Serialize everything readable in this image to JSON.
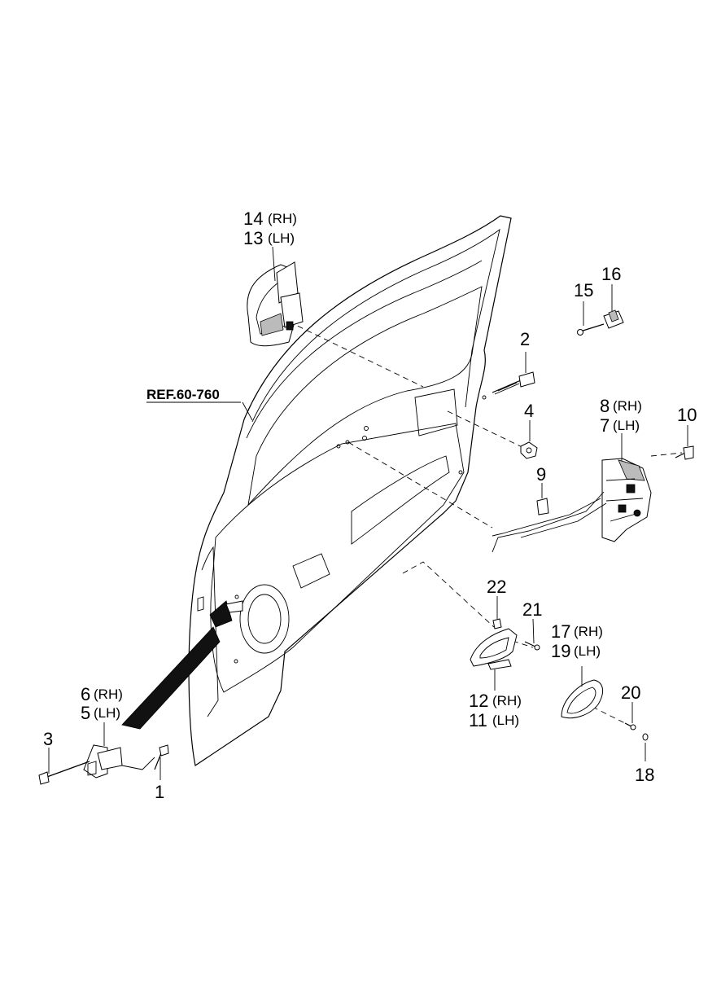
{
  "reference": {
    "text": "REF.60-760"
  },
  "callouts": [
    {
      "id": "c14-13",
      "lines": [
        {
          "num": "14",
          "side": "(RH)"
        },
        {
          "num": "13",
          "side": "(LH)"
        }
      ]
    },
    {
      "id": "c16",
      "lines": [
        {
          "num": "16",
          "side": ""
        }
      ]
    },
    {
      "id": "c15",
      "lines": [
        {
          "num": "15",
          "side": ""
        }
      ]
    },
    {
      "id": "c2",
      "lines": [
        {
          "num": "2",
          "side": ""
        }
      ]
    },
    {
      "id": "c4",
      "lines": [
        {
          "num": "4",
          "side": ""
        }
      ]
    },
    {
      "id": "c8-7",
      "lines": [
        {
          "num": "8",
          "side": "(RH)"
        },
        {
          "num": "7",
          "side": "(LH)"
        }
      ]
    },
    {
      "id": "c10",
      "lines": [
        {
          "num": "10",
          "side": ""
        }
      ]
    },
    {
      "id": "c9",
      "lines": [
        {
          "num": "9",
          "side": ""
        }
      ]
    },
    {
      "id": "c22",
      "lines": [
        {
          "num": "22",
          "side": ""
        }
      ]
    },
    {
      "id": "c21",
      "lines": [
        {
          "num": "21",
          "side": ""
        }
      ]
    },
    {
      "id": "c17-19",
      "lines": [
        {
          "num": "17",
          "side": "(RH)"
        },
        {
          "num": "19",
          "side": "(LH)"
        }
      ]
    },
    {
      "id": "c12-11",
      "lines": [
        {
          "num": "12",
          "side": "(RH)"
        },
        {
          "num": "11",
          "side": "(LH)"
        }
      ]
    },
    {
      "id": "c20",
      "lines": [
        {
          "num": "20",
          "side": ""
        }
      ]
    },
    {
      "id": "c18",
      "lines": [
        {
          "num": "18",
          "side": ""
        }
      ]
    },
    {
      "id": "c6-5",
      "lines": [
        {
          "num": "6",
          "side": "(RH)"
        },
        {
          "num": "5",
          "side": "(LH)"
        }
      ]
    },
    {
      "id": "c3",
      "lines": [
        {
          "num": "3",
          "side": ""
        }
      ]
    },
    {
      "id": "c1",
      "lines": [
        {
          "num": "1",
          "side": ""
        }
      ]
    }
  ]
}
